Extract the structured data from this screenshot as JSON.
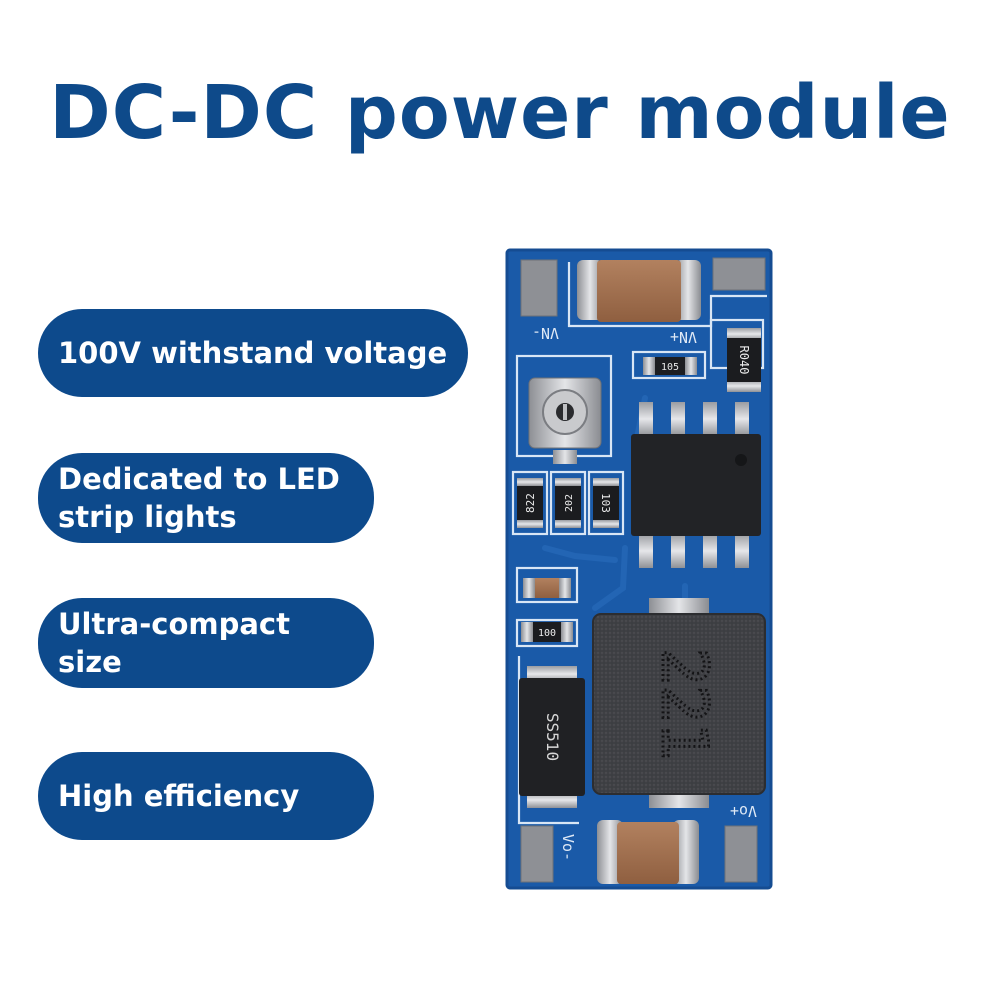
{
  "header": {
    "title": "DC-DC power module"
  },
  "features": [
    {
      "label": "100V withstand voltage"
    },
    {
      "label": "Dedicated to LED strip lights"
    },
    {
      "label": "Ultra-compact size"
    },
    {
      "label": "High efficiency"
    }
  ],
  "board": {
    "labels": {
      "vin_neg": "VN-",
      "vin_pos": "VN+",
      "vo_neg": "Vo-",
      "vo_pos": "Vo+",
      "cap_105": "105",
      "res_r040": "R040",
      "res_822": "822",
      "res_202": "202",
      "res_103": "103",
      "res_100": "100",
      "diode": "SS510",
      "inductor": "221"
    },
    "colors": {
      "pcb": "#1a5aa8",
      "accent": "#0d4a8c"
    }
  }
}
